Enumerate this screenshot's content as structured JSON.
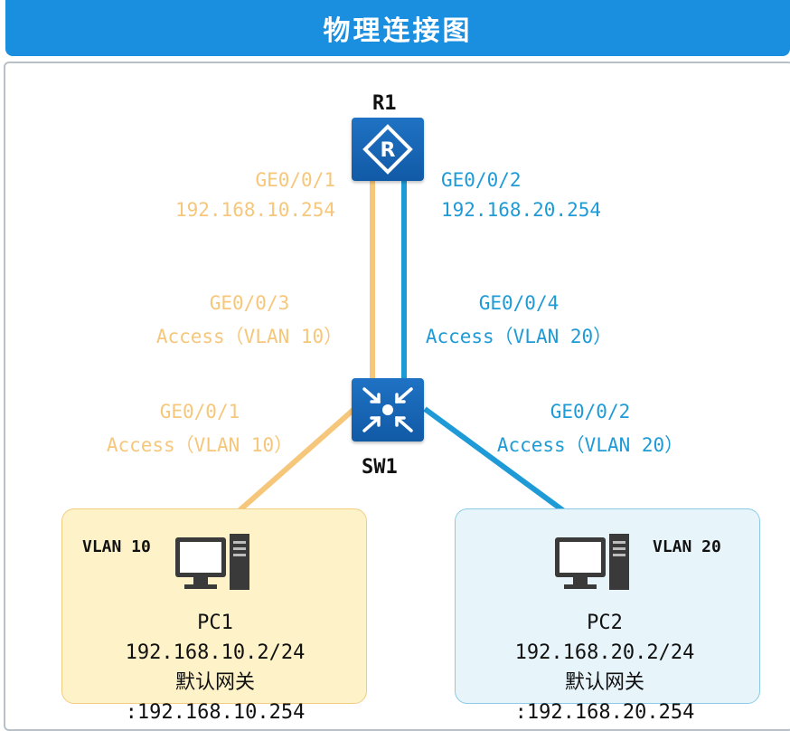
{
  "header": {
    "title": "物理连接图"
  },
  "colors": {
    "vlan10": "#f6c77b",
    "vlan20": "#1e9bd7",
    "device": "#1769b8",
    "header": "#1a8fe0"
  },
  "router": {
    "name": "R1",
    "icon": "router-icon",
    "left_port": {
      "port": "GE0/0/1",
      "ip": "192.168.10.254"
    },
    "right_port": {
      "port": "GE0/0/2",
      "ip": "192.168.20.254"
    }
  },
  "switch": {
    "name": "SW1",
    "icon": "switch-icon",
    "uplink_left": {
      "port": "GE0/0/3",
      "mode": "Access（VLAN 10）"
    },
    "uplink_right": {
      "port": "GE0/0/4",
      "mode": "Access（VLAN 20）"
    },
    "down_left": {
      "port": "GE0/0/1",
      "mode": "Access（VLAN 10）"
    },
    "down_right": {
      "port": "GE0/0/2",
      "mode": "Access（VLAN 20）"
    }
  },
  "pc1": {
    "vlan": "VLAN 10",
    "name": "PC1",
    "ip": "192.168.10.2/24",
    "gateway_label": "默认网关",
    "gateway": ":192.168.10.254"
  },
  "pc2": {
    "vlan": "VLAN 20",
    "name": "PC2",
    "ip": "192.168.20.2/24",
    "gateway_label": "默认网关",
    "gateway": ":192.168.20.254"
  }
}
